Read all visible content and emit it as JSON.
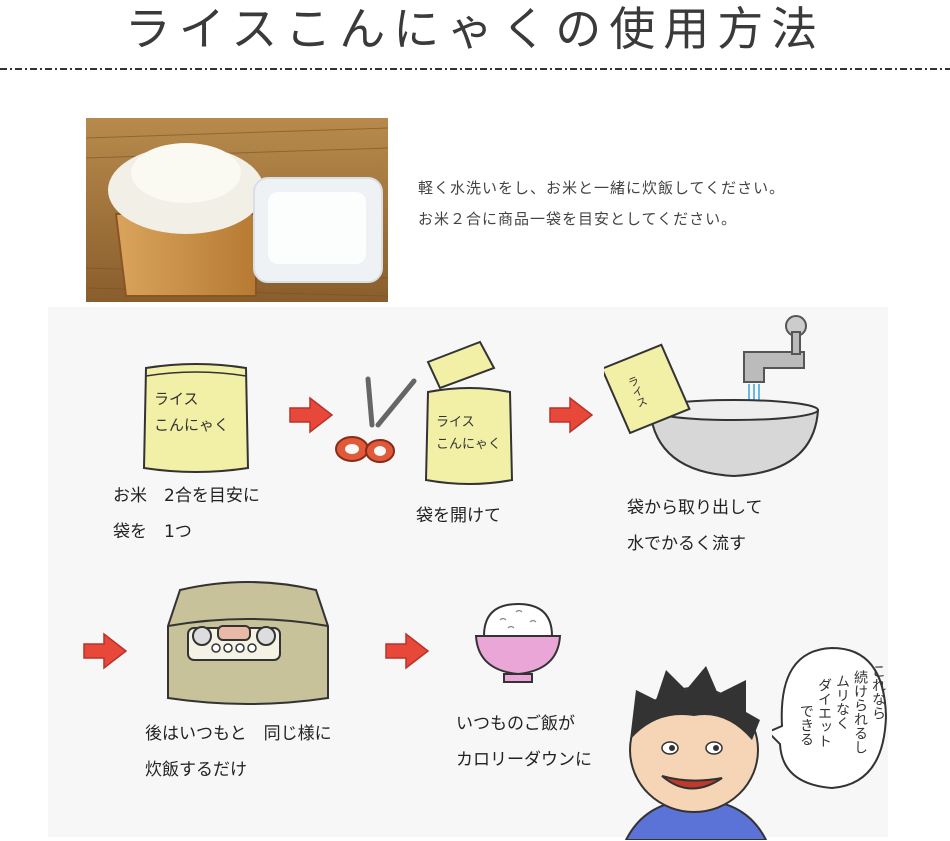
{
  "title": "ライスこんにゃくの使用方法",
  "intro": {
    "line1": "軽く水洗いをし、お米と一緒に炊飯してください。",
    "line2": "お米２合に商品一袋を目安としてください。"
  },
  "package_label": {
    "line1": "ライス",
    "line2": "こんにゃく"
  },
  "steps": [
    {
      "line1": "お米　2合を目安に",
      "line2": "袋を　1つ"
    },
    {
      "line1": "袋を開けて"
    },
    {
      "line1": "袋から取り出して",
      "line2": "水でかるく流す"
    },
    {
      "line1": "後はいつもと　同じ様に",
      "line2": "炊飯するだけ"
    },
    {
      "line1": "いつものご飯が",
      "line2": "カロリーダウンに"
    }
  ],
  "speech_bubble": {
    "col1": "これなら",
    "col2": "続けられるし",
    "col3": "ムリなく",
    "col4": "ダイエット",
    "col5": "できる"
  },
  "colors": {
    "arrow": "#e8483a",
    "package": "#f2efa6",
    "cooker": "#c7c29a",
    "bowl": "#e9a6d6",
    "shirt": "#5b72d6"
  }
}
